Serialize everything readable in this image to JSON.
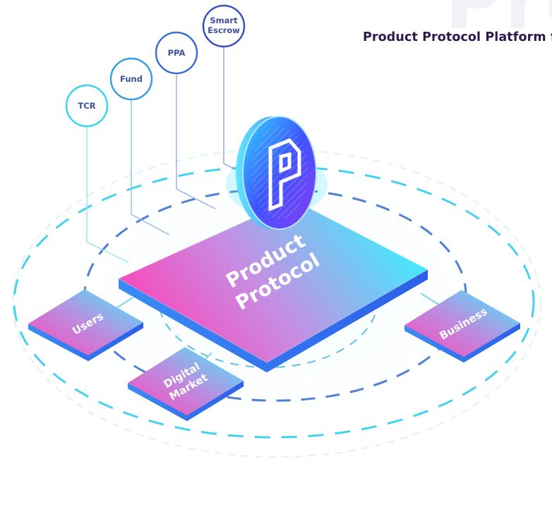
{
  "page": {
    "heading": "Product Protocol Platform for",
    "ghost_text": "Pro"
  },
  "center": {
    "lines": [
      "Product",
      "Protocol"
    ]
  },
  "nodes": [
    {
      "id": "users",
      "label_lines": [
        "Users"
      ]
    },
    {
      "id": "digital-market",
      "label_lines": [
        "Digital",
        "Market"
      ]
    },
    {
      "id": "business",
      "label_lines": [
        "Business"
      ]
    }
  ],
  "bubbles": [
    {
      "id": "tcr",
      "label_lines": [
        "TCR"
      ],
      "color": "#3ad4ec"
    },
    {
      "id": "fund",
      "label_lines": [
        "Fund"
      ],
      "color": "#3a9ce3"
    },
    {
      "id": "ppa",
      "label_lines": [
        "PPA"
      ],
      "color": "#3a6fd6"
    },
    {
      "id": "smart-escrow",
      "label_lines": [
        "Smart",
        "Escrow"
      ],
      "color": "#3d4fc0"
    }
  ],
  "colors": {
    "gradient_pink": "#ff45b8",
    "gradient_cyan": "#3cf2ff",
    "edge_blue": "#2f6ff0",
    "ring_blue": "#4f7fd6",
    "ring_cyan": "#45d2ee",
    "coin_blue": "#3f53ff",
    "coin_purple": "#8a3cf0"
  },
  "icons": {
    "coin": "product-protocol-p-logo"
  }
}
